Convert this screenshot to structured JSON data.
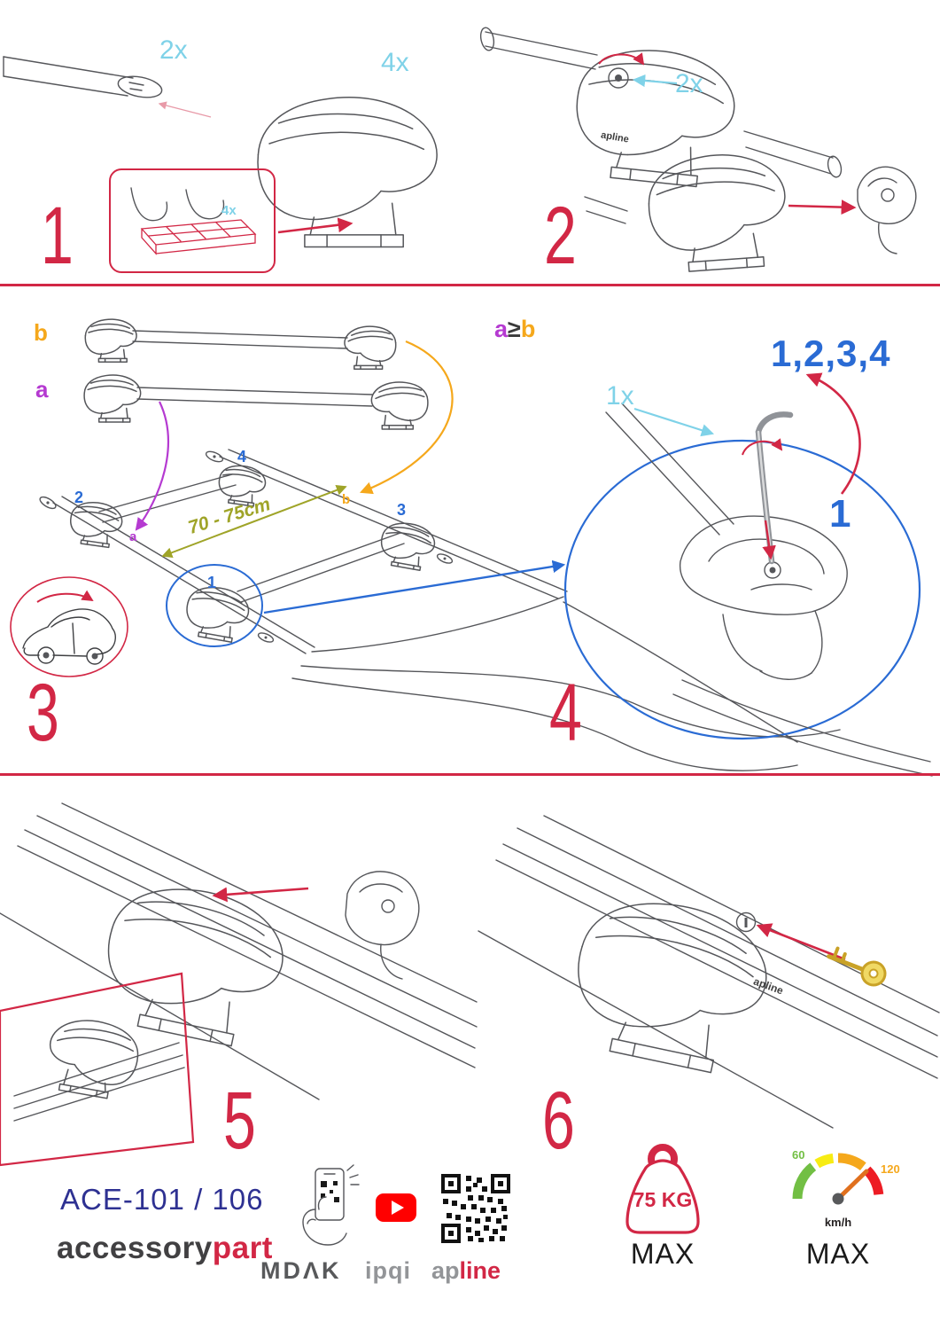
{
  "accent": {
    "red": "#d22745",
    "cyan": "#7fd2e8",
    "blue": "#2a6bd4",
    "purple": "#b53ad1",
    "orange": "#f5a81c",
    "olive": "#9fa428",
    "navy": "#2e3192"
  },
  "steps": {
    "s1": {
      "num": "1",
      "qty_bar": "2x",
      "qty_foot": "4x",
      "qty_pad": "4x"
    },
    "s2": {
      "num": "2",
      "qty_lock": "2x"
    },
    "s3": {
      "num": "3",
      "bar_b": "b",
      "bar_a": "a",
      "point_a": "a",
      "point_b": "b",
      "pos1": "1",
      "pos2": "2",
      "pos3": "3",
      "pos4": "4",
      "measure": "70 - 75cm"
    },
    "s4": {
      "num": "4",
      "cond_a": "a",
      "cond_op": "≥",
      "cond_b": "b",
      "sequence": "1,2,3,4",
      "qty_key": "1x",
      "first": "1"
    },
    "s5": {
      "num": "5"
    },
    "s6": {
      "num": "6"
    }
  },
  "drawings": {
    "foot_brand": "apline"
  },
  "icons": {
    "youtube": "youtube-play-icon",
    "qr": "qr-code-icon",
    "phone": "phone-scan-icon",
    "weight": "weight-max-icon",
    "speedometer": "speedometer-icon",
    "key": "key-icon"
  },
  "footer": {
    "model": "ACE-101 / 106",
    "brand_accessory": "accessory",
    "brand_part": "part",
    "logo_mdak": "MDΛK",
    "logo_ipqi": "ipqi",
    "logo_ap": "ap",
    "logo_line": "line",
    "weight_value": "75 KG",
    "weight_max": "MAX",
    "speed_min": "60",
    "speed_max_val": "120",
    "speed_unit": "km/h",
    "speed_max": "MAX"
  }
}
